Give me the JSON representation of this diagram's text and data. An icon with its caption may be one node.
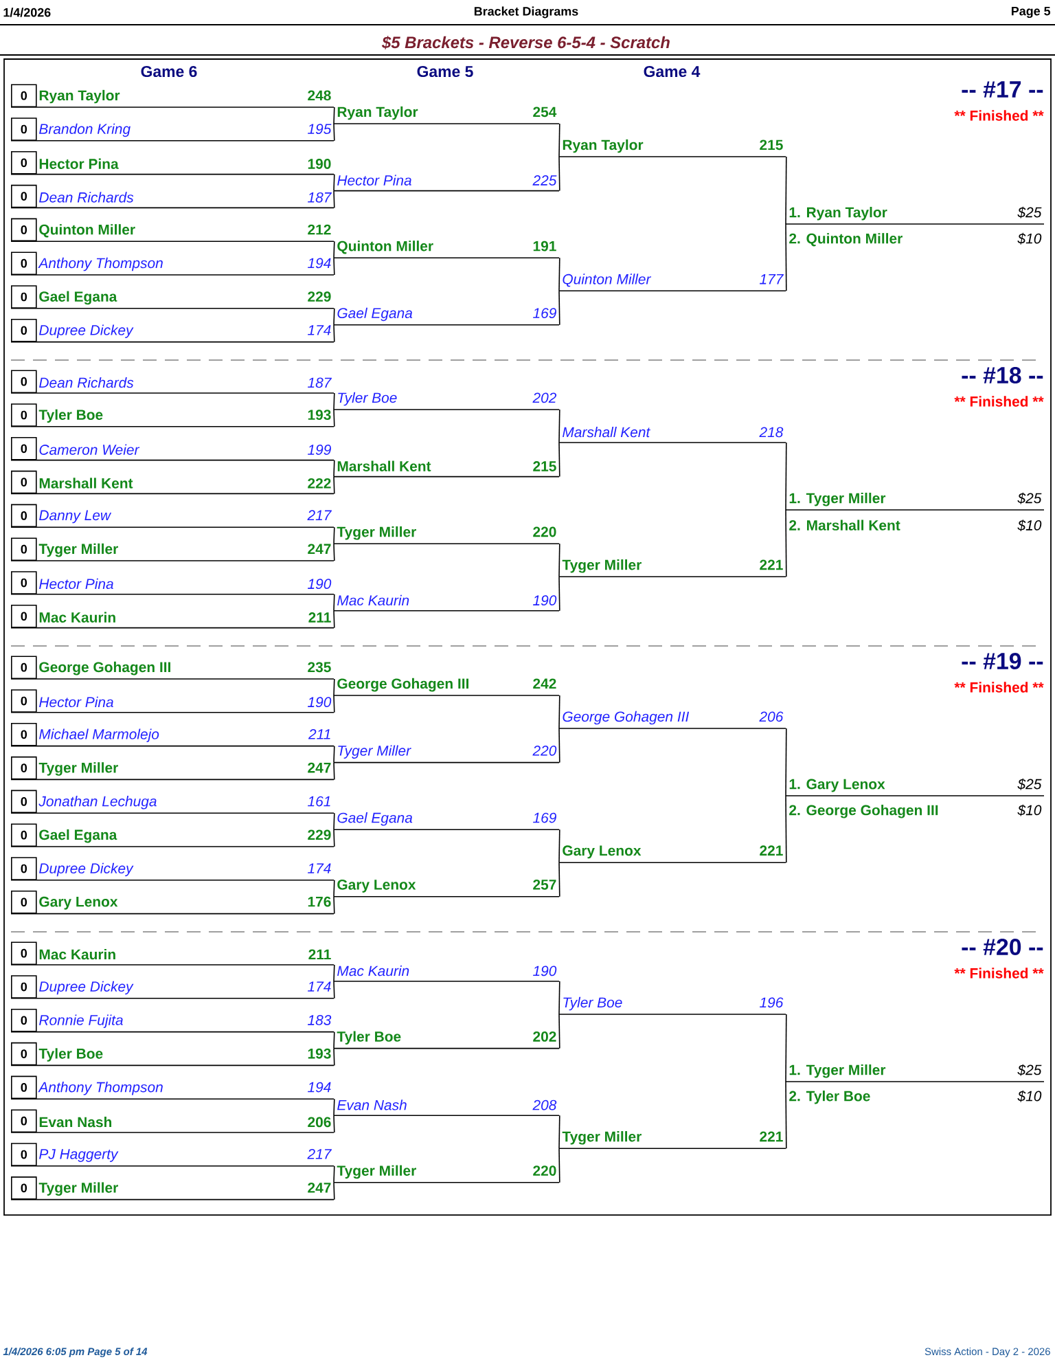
{
  "diagram": {
    "title": "$5 Brackets - Reverse 6-5-4 - Scratch",
    "nodes": [
      {
        "text": [
          "0",
          "Ryan Taylor",
          "248"
        ]
      },
      {
        "text": [
          "0",
          "Brandon Kring",
          "195"
        ]
      },
      {
        "text": [
          "0",
          "Hector Pina",
          "190"
        ]
      },
      {
        "text": [
          "0",
          "Dean Richards",
          "187"
        ]
      },
      {
        "text": [
          "0",
          "Quinton Miller",
          "212"
        ]
      },
      {
        "text": [
          "0",
          "Anthony Thompson",
          "194"
        ]
      },
      {
        "text": [
          "0",
          "Gael Egana",
          "229"
        ]
      },
      {
        "text": [
          "0",
          "Dupree Dickey",
          "174"
        ]
      },
      {
        "text": [
          "Ryan Taylor",
          "254"
        ]
      },
      {
        "text": [
          "Hector Pina",
          "225"
        ]
      },
      {
        "text": [
          "Quinton Miller",
          "191"
        ]
      },
      {
        "text": [
          "Gael Egana",
          "169"
        ]
      },
      {
        "text": [
          "Ryan Taylor",
          "215"
        ]
      },
      {
        "text": [
          "Quinton Miller",
          "177"
        ]
      },
      {
        "text": [
          "1. Ryan Taylor",
          "$25"
        ]
      },
      {
        "text": [
          "2. Quinton Miller",
          "$10"
        ]
      },
      {
        "text": [
          "0",
          "Dean Richards",
          "187"
        ]
      },
      {
        "text": [
          "0",
          "Tyler Boe",
          "193"
        ]
      },
      {
        "text": [
          "0",
          "Cameron Weier",
          "199"
        ]
      },
      {
        "text": [
          "0",
          "Marshall Kent",
          "222"
        ]
      },
      {
        "text": [
          "0",
          "Danny Lew",
          "217"
        ]
      },
      {
        "text": [
          "0",
          "Tyger Miller",
          "247"
        ]
      },
      {
        "text": [
          "0",
          "Hector Pina",
          "190"
        ]
      },
      {
        "text": [
          "0",
          "Mac Kaurin",
          "211"
        ]
      },
      {
        "text": [
          "Tyler Boe",
          "202"
        ]
      },
      {
        "text": [
          "Marshall Kent",
          "215"
        ]
      },
      {
        "text": [
          "Tyger Miller",
          "220"
        ]
      },
      {
        "text": [
          "Mac Kaurin",
          "190"
        ]
      },
      {
        "text": [
          "Marshall Kent",
          "218"
        ]
      },
      {
        "text": [
          "Tyger Miller",
          "221"
        ]
      },
      {
        "text": [
          "1. Tyger Miller",
          "$25"
        ]
      },
      {
        "text": [
          "2. Marshall Kent",
          "$10"
        ]
      },
      {
        "text": [
          "0",
          "George Gohagen III",
          "235"
        ]
      },
      {
        "text": [
          "0",
          "Hector Pina",
          "190"
        ]
      },
      {
        "text": [
          "0",
          "Michael Marmolejo",
          "211"
        ]
      },
      {
        "text": [
          "0",
          "Tyger Miller",
          "247"
        ]
      },
      {
        "text": [
          "0",
          "Jonathan Lechuga",
          "161"
        ]
      },
      {
        "text": [
          "0",
          "Gael Egana",
          "229"
        ]
      },
      {
        "text": [
          "0",
          "Dupree Dickey",
          "174"
        ]
      },
      {
        "text": [
          "0",
          "Gary Lenox",
          "176"
        ]
      },
      {
        "text": [
          "George Gohagen III",
          "242"
        ]
      },
      {
        "text": [
          "Tyger Miller",
          "220"
        ]
      },
      {
        "text": [
          "Gael Egana",
          "169"
        ]
      },
      {
        "text": [
          "Gary Lenox",
          "257"
        ]
      },
      {
        "text": [
          "George Gohagen III",
          "206"
        ]
      },
      {
        "text": [
          "Gary Lenox",
          "221"
        ]
      },
      {
        "text": [
          "1. Gary Lenox",
          "$25"
        ]
      },
      {
        "text": [
          "2. George Gohagen III",
          "$10"
        ]
      },
      {
        "text": [
          "0",
          "Mac Kaurin",
          "211"
        ]
      },
      {
        "text": [
          "0",
          "Dupree Dickey",
          "174"
        ]
      },
      {
        "text": [
          "0",
          "Ronnie Fujita",
          "183"
        ]
      },
      {
        "text": [
          "0",
          "Tyler Boe",
          "193"
        ]
      },
      {
        "text": [
          "0",
          "Anthony Thompson",
          "194"
        ]
      },
      {
        "text": [
          "0",
          "Evan Nash",
          "206"
        ]
      },
      {
        "text": [
          "0",
          "PJ Haggerty",
          "217"
        ]
      },
      {
        "text": [
          "0",
          "Tyger Miller",
          "247"
        ]
      },
      {
        "text": [
          "Mac Kaurin",
          "190"
        ]
      },
      {
        "text": [
          "Tyler Boe",
          "202"
        ]
      },
      {
        "text": [
          "Evan Nash",
          "208"
        ]
      },
      {
        "text": [
          "Tyger Miller",
          "220"
        ]
      },
      {
        "text": [
          "Tyler Boe",
          "196"
        ]
      },
      {
        "text": [
          "Tyger Miller",
          "221"
        ]
      },
      {
        "text": [
          "1. Tyger Miller",
          "$25"
        ]
      },
      {
        "text": [
          "2. Tyler Boe",
          "$10"
        ]
      }
    ],
    "edges": [
      {
        "from": 0,
        "to": 8,
        "arrow": "none"
      },
      {
        "from": 1,
        "to": 8,
        "arrow": "none"
      },
      {
        "from": 2,
        "to": 9,
        "arrow": "none"
      },
      {
        "from": 3,
        "to": 9,
        "arrow": "none"
      },
      {
        "from": 4,
        "to": 10,
        "arrow": "none"
      },
      {
        "from": 5,
        "to": 10,
        "arrow": "none"
      },
      {
        "from": 6,
        "to": 11,
        "arrow": "none"
      },
      {
        "from": 7,
        "to": 11,
        "arrow": "none"
      },
      {
        "from": 8,
        "to": 12,
        "arrow": "none"
      },
      {
        "from": 9,
        "to": 12,
        "arrow": "none"
      },
      {
        "from": 10,
        "to": 13,
        "arrow": "none"
      },
      {
        "from": 11,
        "to": 13,
        "arrow": "none"
      },
      {
        "from": 12,
        "to": 14,
        "arrow": "none"
      },
      {
        "from": 13,
        "to": 14,
        "arrow": "none"
      },
      {
        "from": 16,
        "to": 24,
        "arrow": "none"
      },
      {
        "from": 17,
        "to": 24,
        "arrow": "none"
      },
      {
        "from": 18,
        "to": 25,
        "arrow": "none"
      },
      {
        "from": 19,
        "to": 25,
        "arrow": "none"
      },
      {
        "from": 20,
        "to": 26,
        "arrow": "none"
      },
      {
        "from": 21,
        "to": 26,
        "arrow": "none"
      },
      {
        "from": 22,
        "to": 27,
        "arrow": "none"
      },
      {
        "from": 23,
        "to": 27,
        "arrow": "none"
      },
      {
        "from": 24,
        "to": 28,
        "arrow": "none"
      },
      {
        "from": 25,
        "to": 28,
        "arrow": "none"
      },
      {
        "from": 26,
        "to": 29,
        "arrow": "none"
      },
      {
        "from": 27,
        "to": 29,
        "arrow": "none"
      },
      {
        "from": 28,
        "to": 30,
        "arrow": "none"
      },
      {
        "from": 29,
        "to": 30,
        "arrow": "none"
      },
      {
        "from": 32,
        "to": 40,
        "arrow": "none"
      },
      {
        "from": 33,
        "to": 40,
        "arrow": "none"
      },
      {
        "from": 34,
        "to": 41,
        "arrow": "none"
      },
      {
        "from": 35,
        "to": 41,
        "arrow": "none"
      },
      {
        "from": 36,
        "to": 42,
        "arrow": "none"
      },
      {
        "from": 37,
        "to": 42,
        "arrow": "none"
      },
      {
        "from": 38,
        "to": 43,
        "arrow": "none"
      },
      {
        "from": 39,
        "to": 43,
        "arrow": "none"
      },
      {
        "from": 40,
        "to": 44,
        "arrow": "none"
      },
      {
        "from": 41,
        "to": 44,
        "arrow": "none"
      },
      {
        "from": 42,
        "to": 45,
        "arrow": "none"
      },
      {
        "from": 43,
        "to": 45,
        "arrow": "none"
      },
      {
        "from": 44,
        "to": 46,
        "arrow": "none"
      },
      {
        "from": 45,
        "to": 46,
        "arrow": "none"
      },
      {
        "from": 48,
        "to": 56,
        "arrow": "none"
      },
      {
        "from": 49,
        "to": 56,
        "arrow": "none"
      },
      {
        "from": 50,
        "to": 57,
        "arrow": "none"
      },
      {
        "from": 51,
        "to": 57,
        "arrow": "none"
      },
      {
        "from": 52,
        "to": 58,
        "arrow": "none"
      },
      {
        "from": 53,
        "to": 58,
        "arrow": "none"
      },
      {
        "from": 54,
        "to": 59,
        "arrow": "none"
      },
      {
        "from": 55,
        "to": 59,
        "arrow": "none"
      },
      {
        "from": 56,
        "to": 60,
        "arrow": "none"
      },
      {
        "from": 57,
        "to": 60,
        "arrow": "none"
      },
      {
        "from": 58,
        "to": 61,
        "arrow": "none"
      },
      {
        "from": 59,
        "to": 61,
        "arrow": "none"
      },
      {
        "from": 60,
        "to": 62,
        "arrow": "none"
      },
      {
        "from": 61,
        "to": 62,
        "arrow": "none"
      }
    ],
    "labels": [
      "1/4/2026",
      "Bracket Diagrams",
      "Page 5",
      "Game 6",
      "Game 5",
      "Game 4",
      "-- #17 --",
      "** Finished **",
      "-- #18 --",
      "** Finished **",
      "-- #19 --",
      "** Finished **",
      "-- #20 --",
      "** Finished **",
      "1/4/2026 6:05 pm Page 5 of 14",
      "Swiss Action - Day 2 - 2026"
    ]
  }
}
